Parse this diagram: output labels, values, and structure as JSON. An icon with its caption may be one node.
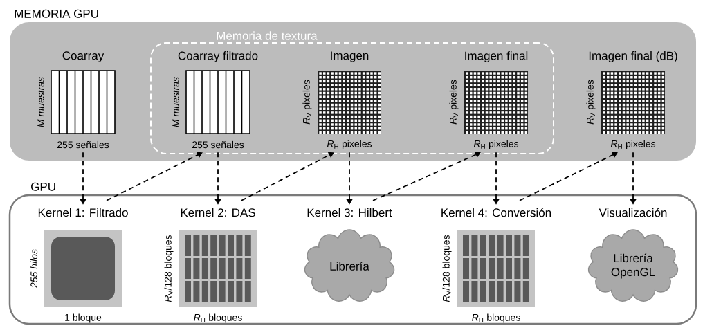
{
  "diagram": {
    "nodes": [
      {
        "text": [
          "MEMORIA GPU"
        ]
      },
      {
        "text": [
          "Memoria de textura"
        ],
        "in": 0
      },
      {
        "text": [
          "Coarray",
          "M muestras",
          "255 señales"
        ],
        "in": 0
      },
      {
        "text": [
          "Coarray filtrado",
          "M muestras",
          "255 señales"
        ],
        "in": 1
      },
      {
        "text": [
          "Imagen",
          "*R*$_{V}$ pixeles",
          "*R*$_{H}$ pixeles"
        ],
        "in": 1
      },
      {
        "text": [
          "Imagen final",
          "*R*$_{V}$ pixeles",
          "*R*$_{H}$ pixeles"
        ],
        "in": 1
      },
      {
        "text": [
          "Imagen final (dB)",
          "*R*$_{V}$ pixeles",
          "*R*$_{H}$ pixeles"
        ],
        "in": 0
      },
      {
        "text": [
          "GPU"
        ]
      },
      {
        "text": [
          "Kernel 1: Filtrado"
        ],
        "in": 7,
        "beside": [
          "255 hilos",
          "1 bloque"
        ]
      },
      {
        "text": [
          "Kernel 2: DAS"
        ],
        "in": 7,
        "beside": [
          "*R*$_{V}$/128 bloques",
          "*R*$_{H}$ bloques"
        ]
      },
      {
        "text": [
          "Kernel 3: Hilbert"
        ],
        "in": 7
      },
      {
        "text": [
          "Kernel 4: Conversión"
        ],
        "in": 7,
        "beside": [
          "*R*$_{V}$/128 bloques",
          "*R*$_{H}$ bloques"
        ]
      },
      {
        "text": [
          "Visualización"
        ],
        "in": 7
      },
      {
        "text": [
          "Librería"
        ],
        "in": 7
      },
      {
        "text": [
          "Librería OpenGL"
        ],
        "in": 7
      }
    ],
    "edges": [
      {
        "from": 2,
        "to": 8,
        "arrow": "to",
        "style": "dashed"
      },
      {
        "from": 8,
        "to": 3,
        "arrow": "to",
        "style": "dashed"
      },
      {
        "from": 3,
        "to": 9,
        "arrow": "to",
        "style": "dashed"
      },
      {
        "from": 9,
        "to": 4,
        "arrow": "to",
        "style": "dashed"
      },
      {
        "from": 4,
        "to": 10,
        "arrow": "to",
        "style": "dashed"
      },
      {
        "from": 10,
        "to": 5,
        "arrow": "to",
        "style": "dashed"
      },
      {
        "from": 5,
        "to": 11,
        "arrow": "to",
        "style": "dashed"
      },
      {
        "from": 11,
        "to": 6,
        "arrow": "to",
        "style": "dashed"
      },
      {
        "from": 6,
        "to": 12,
        "arrow": "to",
        "style": "dashed"
      }
    ]
  }
}
